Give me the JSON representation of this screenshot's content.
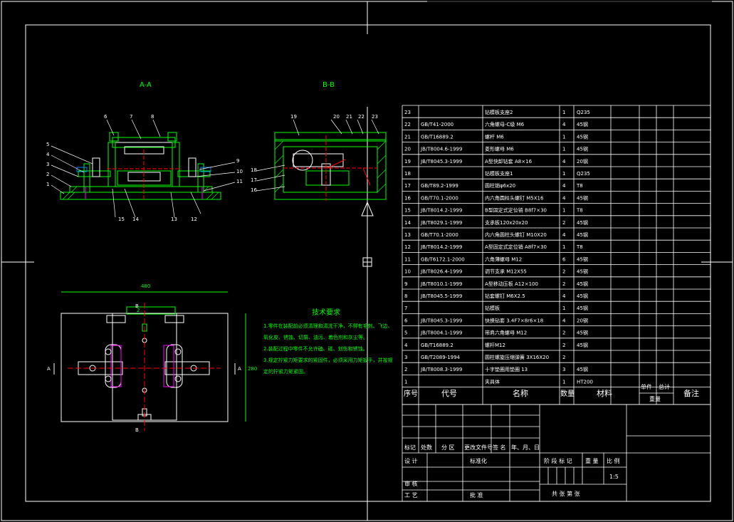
{
  "section_labels": {
    "aa": "A-A",
    "bb": "B-B"
  },
  "view_labels": {
    "arrow_left": "A",
    "arrow_right": "A",
    "arrow_bottom": "B",
    "arrow_top": "B",
    "dim_width": "480",
    "dim_depth": "280",
    "dim_inner": "2"
  },
  "callouts_aa": [
    "6",
    "7",
    "8",
    "5",
    "4",
    "3",
    "2",
    "1",
    "9",
    "10",
    "11",
    "12",
    "13",
    "14",
    "15"
  ],
  "callouts_bb": [
    "19",
    "20",
    "21",
    "22",
    "23",
    "18",
    "17",
    "16"
  ],
  "tech": {
    "title": "技术要求",
    "lines": [
      "1.零件在装配前必须清理和清洗干净，不得有毛刺、飞边、",
      "氧化皮、锈蚀、切屑、油污、着色剂和灰尘等。",
      "2.装配过程中零件不允许磕、碰、划伤和锈蚀。",
      "3.规定拧紧力矩要求的紧固件，必须采用力矩扳手，并按规",
      "定的拧紧力矩紧固。"
    ]
  },
  "bom": {
    "rows": [
      {
        "no": "23",
        "code": "",
        "name": "钻模板支座2",
        "qty": "1",
        "mat": "Q235"
      },
      {
        "no": "22",
        "code": "GB/T41-2000",
        "name": "六角螺母-C级 M6",
        "qty": "4",
        "mat": "45钢"
      },
      {
        "no": "21",
        "code": "GB/T16889.2",
        "name": "螺杆 M6",
        "qty": "1",
        "mat": "45钢"
      },
      {
        "no": "20",
        "code": "JB/T8004.6-1999",
        "name": "菱形螺母 M6",
        "qty": "1",
        "mat": "45钢"
      },
      {
        "no": "19",
        "code": "JB/T8045.3-1999",
        "name": "A型快卸钻套 A8×16",
        "qty": "4",
        "mat": "20钢"
      },
      {
        "no": "18",
        "code": "",
        "name": "钻模板支座1",
        "qty": "1",
        "mat": "Q235"
      },
      {
        "no": "17",
        "code": "GB/T89.2-1999",
        "name": "圆柱销φ6x20",
        "qty": "4",
        "mat": "T8"
      },
      {
        "no": "16",
        "code": "GB/T70.1-2000",
        "name": "内六角圆柱头螺钉 M5X16",
        "qty": "4",
        "mat": "45钢"
      },
      {
        "no": "15",
        "code": "JB/T8014.2-1999",
        "name": "B型固定式定位销 B8f7×30",
        "qty": "1",
        "mat": "T8"
      },
      {
        "no": "14",
        "code": "JB/T8029.1-1999",
        "name": "支承板120x20x20",
        "qty": "2",
        "mat": "45钢"
      },
      {
        "no": "13",
        "code": "GB/T70.1-2000",
        "name": "内六角圆柱头螺钉 M10X20",
        "qty": "4",
        "mat": "45钢"
      },
      {
        "no": "12",
        "code": "JB/T8014.2-1999",
        "name": "A型固定式定位销 A8f7×30",
        "qty": "1",
        "mat": "T8"
      },
      {
        "no": "11",
        "code": "GB/T6172.1-2000",
        "name": "六角薄螺母 M12",
        "qty": "6",
        "mat": "45钢"
      },
      {
        "no": "10",
        "code": "JB/T8026.4-1999",
        "name": "调节支承 M12X55",
        "qty": "2",
        "mat": "45钢"
      },
      {
        "no": "9",
        "code": "JB/T8010.1-1999",
        "name": "A型移动压板 A12×100",
        "qty": "2",
        "mat": "45钢"
      },
      {
        "no": "8",
        "code": "JB/T8045.5-1999",
        "name": "钻套螺钉 M6X2.5",
        "qty": "4",
        "mat": "45钢"
      },
      {
        "no": "7",
        "code": "",
        "name": "钻模板",
        "qty": "1",
        "mat": "45钢"
      },
      {
        "no": "6",
        "code": "JB/T8045.3-1999",
        "name": "快换钻套 3.4F7×8r6×18",
        "qty": "4",
        "mat": "20钢"
      },
      {
        "no": "5",
        "code": "JB/T8004.1-1999",
        "name": "带肩六角螺母 M12",
        "qty": "2",
        "mat": "45钢"
      },
      {
        "no": "4",
        "code": "GB/T16889.2",
        "name": "螺杆M12",
        "qty": "2",
        "mat": "45钢"
      },
      {
        "no": "3",
        "code": "GB/T2089-1994",
        "name": "圆柱螺旋压缩弹簧 3X16X20",
        "qty": "2",
        "mat": ""
      },
      {
        "no": "2",
        "code": "JB/T8008.3-1999",
        "name": "十字垫圈用垫圈 13",
        "qty": "3",
        "mat": "45钢"
      },
      {
        "no": "1",
        "code": "",
        "name": "夹具体",
        "qty": "1",
        "mat": "HT200"
      }
    ],
    "header": {
      "no": "序号",
      "code": "代号",
      "name": "名称",
      "qty": "数量",
      "mat": "材料",
      "unit": "单件",
      "total": "总计",
      "weight": "重量",
      "note": "备注"
    }
  },
  "title_block": {
    "mark": "标记",
    "count": "处数",
    "zone": "分 区",
    "doc": "更改文件号",
    "sign": "签 名",
    "date": "年、月、日",
    "design": "设 计",
    "std": "标准化",
    "stage": "阶 段 标 记",
    "weight": "重 量",
    "scale_label": "比 例",
    "scale": "1:5",
    "review": "审 核",
    "process": "工 艺",
    "approve": "批 准",
    "sheets": "共    张    第    张"
  }
}
